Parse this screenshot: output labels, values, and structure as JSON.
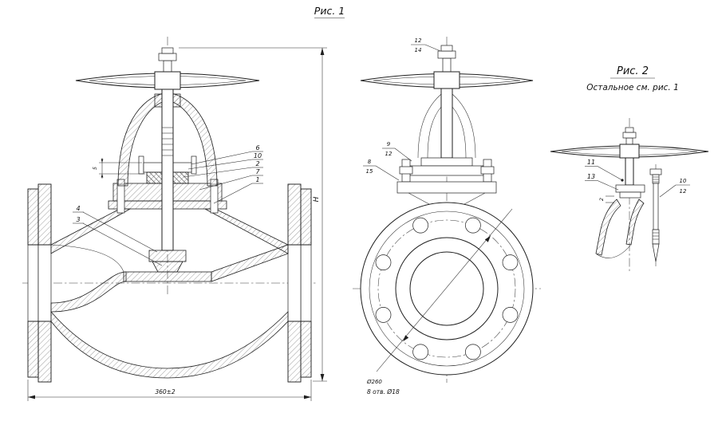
{
  "figure1": {
    "title": "Рис. 1",
    "callouts_right": [
      "6",
      "10",
      "2",
      "7",
      "1"
    ],
    "callouts_left": [
      "4",
      "3"
    ],
    "dim_width": "360±2",
    "dim_height": "H",
    "dim_small": "5"
  },
  "front_view": {
    "callout_top": {
      "num": "12",
      "den": "14"
    },
    "callout_a": {
      "num": "9",
      "den": "12"
    },
    "callout_b": {
      "num": "8",
      "den": "15"
    },
    "dim_bolt_circle": "Ø260",
    "dim_holes": "8 отв. Ø18"
  },
  "figure2": {
    "title": "Рис. 2",
    "subtitle": "Остальное см. рис. 1",
    "callouts_left": [
      "11",
      "13"
    ],
    "callout_right": {
      "num": "10",
      "den": "12"
    },
    "dim_small": "2"
  }
}
